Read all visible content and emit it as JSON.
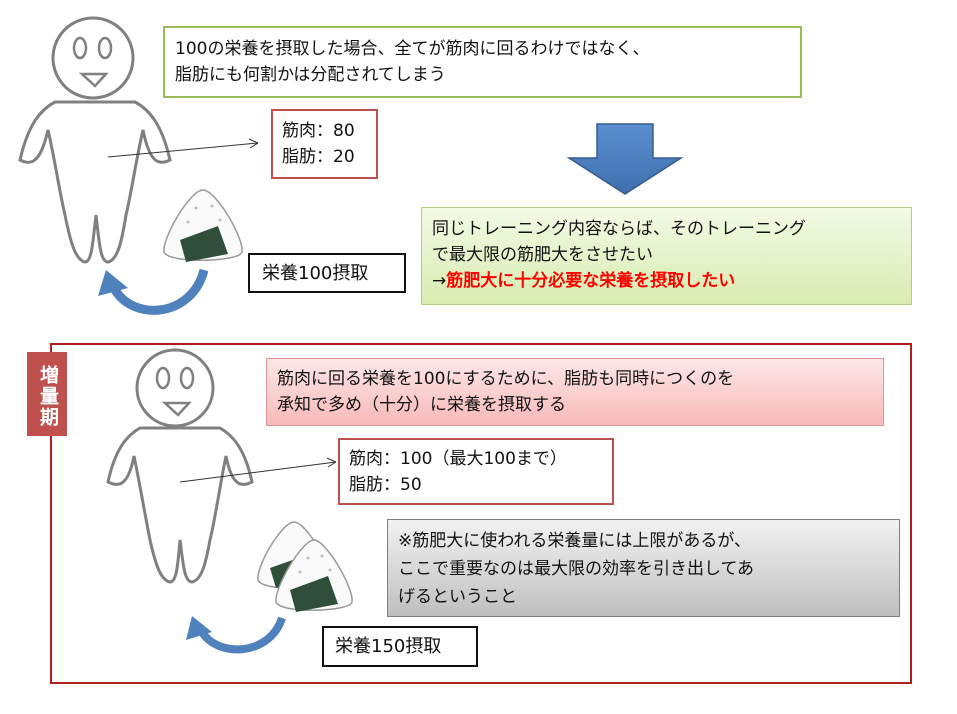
{
  "top": {
    "info_lines": [
      "100の栄養を摂取した場合、全てが筋肉に回るわけではなく、",
      "脂肪にも何割かは分配されてしまう"
    ],
    "distribution": {
      "muscle": "筋肉：80",
      "fat": "脂肪：20"
    },
    "intake_label": "栄養100摂取",
    "goal_lines": [
      "同じトレーニング内容ならば、そのトレーニング",
      "で最大限の筋肥大をさせたい"
    ],
    "goal_emphasis_prefix": "→",
    "goal_emphasis": "筋肥大に十分必要な栄養を摂取したい"
  },
  "bulk": {
    "phase_label": "増量期",
    "info_lines": [
      "筋肉に回る栄養を100にするために、脂肪も同時につくのを",
      "承知で多め（十分）に栄養を摂取する"
    ],
    "distribution": {
      "muscle": "筋肉：100（最大100まで）",
      "fat": "脂肪：50"
    },
    "intake_label": "栄養150摂取",
    "note_lines": [
      "※筋肥大に使われる栄養量には上限があるが、",
      "ここで重要なのは最大限の効率を引き出してあ",
      "げるということ"
    ]
  },
  "colors": {
    "green_border": "#9bbb59",
    "red_border": "#c0504d",
    "emphasis_red": "#ff0000",
    "phase_red": "#c0504d",
    "arrow_blue": "#4f81bd",
    "figure_gray": "#808080"
  }
}
